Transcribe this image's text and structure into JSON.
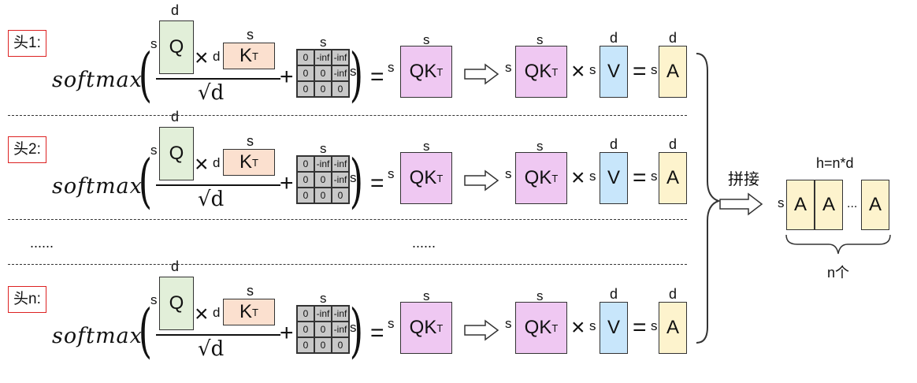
{
  "heads": [
    {
      "tag": "头1:",
      "func": "softmax",
      "dims": {
        "q_top": "d",
        "q_left": "s",
        "k_top": "s",
        "k_left": "d",
        "mask_top": "s",
        "mask_right": "s",
        "qk1_top": "s",
        "qk1_left": "s",
        "qk2_top": "s",
        "qk2_left": "s",
        "v_top": "d",
        "v_left": "s",
        "a_top": "d",
        "a_left": "s"
      },
      "q": "Q",
      "k": "K",
      "k_sup": "T",
      "sqrt_d": "√d",
      "qk": "QK",
      "qk_sup": "T",
      "v": "V",
      "a": "A",
      "mask": [
        "0",
        "-inf",
        "-inf",
        "0",
        "0",
        "-inf",
        "0",
        "0",
        "0"
      ]
    },
    {
      "tag": "头2:",
      "func": "softmax",
      "dims": {
        "q_top": "d",
        "q_left": "s",
        "k_top": "s",
        "k_left": "d",
        "mask_top": "s",
        "mask_right": "s",
        "qk1_top": "s",
        "qk1_left": "s",
        "qk2_top": "s",
        "qk2_left": "s",
        "v_top": "d",
        "v_left": "s",
        "a_top": "d",
        "a_left": "s"
      },
      "q": "Q",
      "k": "K",
      "k_sup": "T",
      "sqrt_d": "√d",
      "qk": "QK",
      "qk_sup": "T",
      "v": "V",
      "a": "A",
      "mask": [
        "0",
        "-inf",
        "-inf",
        "0",
        "0",
        "-inf",
        "0",
        "0",
        "0"
      ]
    },
    {
      "tag": "头n:",
      "func": "softmax",
      "dims": {
        "q_top": "d",
        "q_left": "s",
        "k_top": "s",
        "k_left": "d",
        "mask_top": "s",
        "mask_right": "s",
        "qk1_top": "s",
        "qk1_left": "s",
        "qk2_top": "s",
        "qk2_left": "s",
        "v_top": "d",
        "v_left": "s",
        "a_top": "d",
        "a_left": "s"
      },
      "q": "Q",
      "k": "K",
      "k_sup": "T",
      "sqrt_d": "√d",
      "qk": "QK",
      "qk_sup": "T",
      "v": "V",
      "a": "A",
      "mask": [
        "0",
        "-inf",
        "-inf",
        "0",
        "0",
        "-inf",
        "0",
        "0",
        "0"
      ]
    }
  ],
  "ops": {
    "times": "×",
    "plus": "+",
    "equals": "="
  },
  "ellipsis_left": "......",
  "ellipsis_mid": "......",
  "concat": {
    "label": "拼接",
    "h_label": "h=n*d",
    "s_label": "s",
    "blocks": [
      "A",
      "A",
      "A"
    ],
    "dots": "...",
    "count_label": "n个"
  },
  "colors": {
    "q": "#e2efd9",
    "k": "#fbe0cf",
    "qk": "#efc8f2",
    "v": "#c8e6fb",
    "a": "#fdf3cd",
    "mask": "#c8c8c8",
    "tag_border": "#dd2222"
  }
}
